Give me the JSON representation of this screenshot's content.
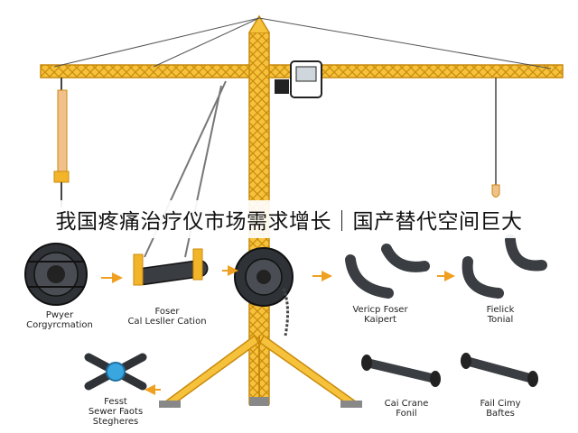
{
  "headline": "我国疼痛治疗仪市场需求增长｜国产替代空间巨大",
  "labels": {
    "l1": [
      "Pwyer",
      "Corgyrcmation"
    ],
    "l2": [
      "Foser",
      "Cal Lesller Cation"
    ],
    "l3": [
      "Vericp Foser",
      "Kaipert"
    ],
    "l4": [
      "Fielick",
      "Tonial"
    ],
    "l5": [
      "Fesst",
      "Sewer Faots",
      "Stegheres"
    ],
    "l6": [
      "Cai Crane",
      "Fonil"
    ],
    "l7": [
      "Fail Cimy",
      "Baftes"
    ]
  },
  "colors": {
    "crane_yellow": "#f2b52a",
    "crane_outline": "#c98a0c",
    "part_dark": "#3a3d42",
    "arrow_orange": "#f0a020",
    "accent_blue": "#3aa6e0"
  }
}
